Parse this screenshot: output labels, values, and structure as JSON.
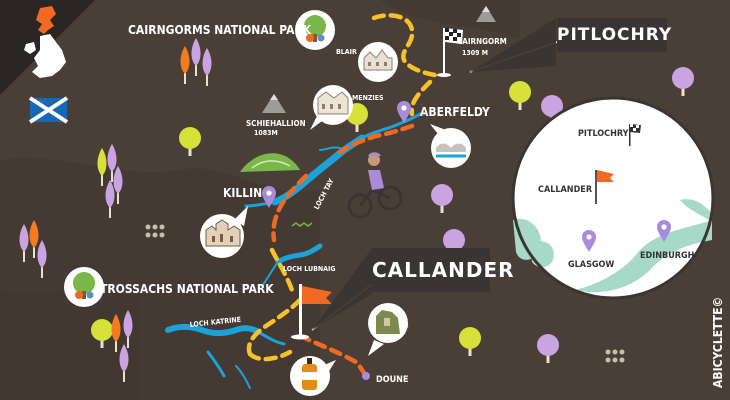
{
  "colors": {
    "ground": "#4a3f37",
    "ground_dark": "#3f352f",
    "water": "#1aa3d8",
    "route": "#f6c22a",
    "route_alt": "#f26a21",
    "tree_yellow": "#d6e23a",
    "tree_lilac": "#c9a4e0",
    "tree_orange": "#f37b20",
    "pin_purple": "#a98bd9",
    "flag_orange": "#f26a21",
    "inset_bg": "#ffffff",
    "inset_land": "#a7d9c9",
    "saltire_blue": "#1769b6"
  },
  "labels": {
    "cairngorms": "CAIRNGORMS NATIONAL PARK",
    "blair": "BLAIR",
    "cairngorm_peak": "CAIRNGORM",
    "cairngorm_height": "1309 M",
    "pitlochry": "PITLOCHRY",
    "menzies": "MENZIES",
    "aberfeldy": "ABERFELDY",
    "schiehallion": "SCHIEHALLION",
    "schiehallion_height": "1083M",
    "killin": "KILLIN",
    "loch_tay": "LOCH TAY",
    "trossachs": "TROSSACHS NATIONAL PARK",
    "loch_lubnaig": "LOCH LUBNAIG",
    "callander": "CALLANDER",
    "loch_katrine": "LOCH KATRINE",
    "doune": "DOUNE",
    "credit": "ABICYCLETTE©"
  },
  "inset": {
    "pitlochry": "PITLOCHRY",
    "callander": "CALLANDER",
    "glasgow": "GLASGOW",
    "edinburgh": "EDINBURGH"
  }
}
